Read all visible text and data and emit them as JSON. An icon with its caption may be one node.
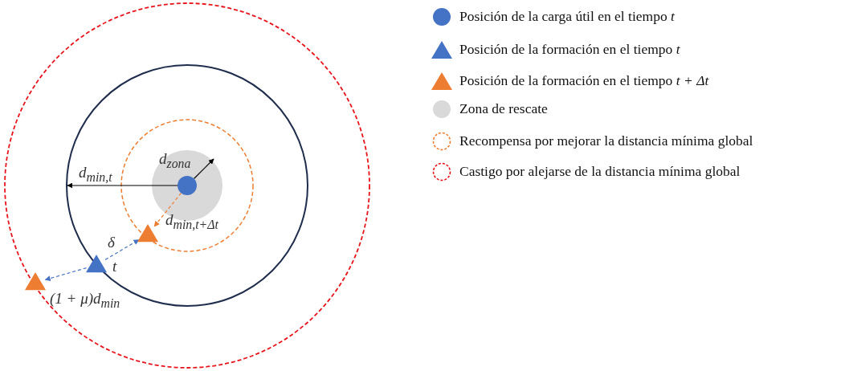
{
  "diagram": {
    "nodes": [
      {
        "text": [],
        "shape": "circle"
      },
      {
        "text": [],
        "shape": "triangle"
      },
      {
        "text": [],
        "shape": "triangle",
        "beside": [
          "t"
        ]
      },
      {
        "text": [],
        "shape": "triangle",
        "beside": [
          "(1 + μ)d$_{min}$"
        ]
      }
    ],
    "edges": [
      {
        "from": 0,
        "to": null,
        "arrow": "to",
        "label": "d$_{zona}$",
        "color": "#000000"
      },
      {
        "from": 0,
        "to": null,
        "arrow": "to",
        "label": "d$_{min,t}$",
        "color": "#000000"
      },
      {
        "from": 0,
        "to": 1,
        "arrow": "to",
        "label": "d$_{min,t+Δt}$",
        "style": "dashed",
        "color": "#ed7d31"
      },
      {
        "from": 2,
        "to": 1,
        "arrow": "to",
        "label": "δ",
        "style": "dashed",
        "color": "#4472c4"
      },
      {
        "from": 2,
        "to": 3,
        "arrow": "to",
        "style": "dashed",
        "color": "#4472c4"
      }
    ],
    "legend": [
      {
        "text": "Posición de la carga útil en el tiempo *t*",
        "color": "#4472c4"
      },
      {
        "text": "Posición de la formación en el tiempo *t*"
      },
      {
        "text": "Posición de la formación en el tiempo *t + Δt*"
      },
      {
        "text": "Zona de rescate",
        "color": "#d9d9d9"
      },
      {
        "text": "Recompensa por mejorar la distancia mínima global"
      },
      {
        "text": "Castigo por alejarse de la distancia mínima global"
      }
    ]
  }
}
